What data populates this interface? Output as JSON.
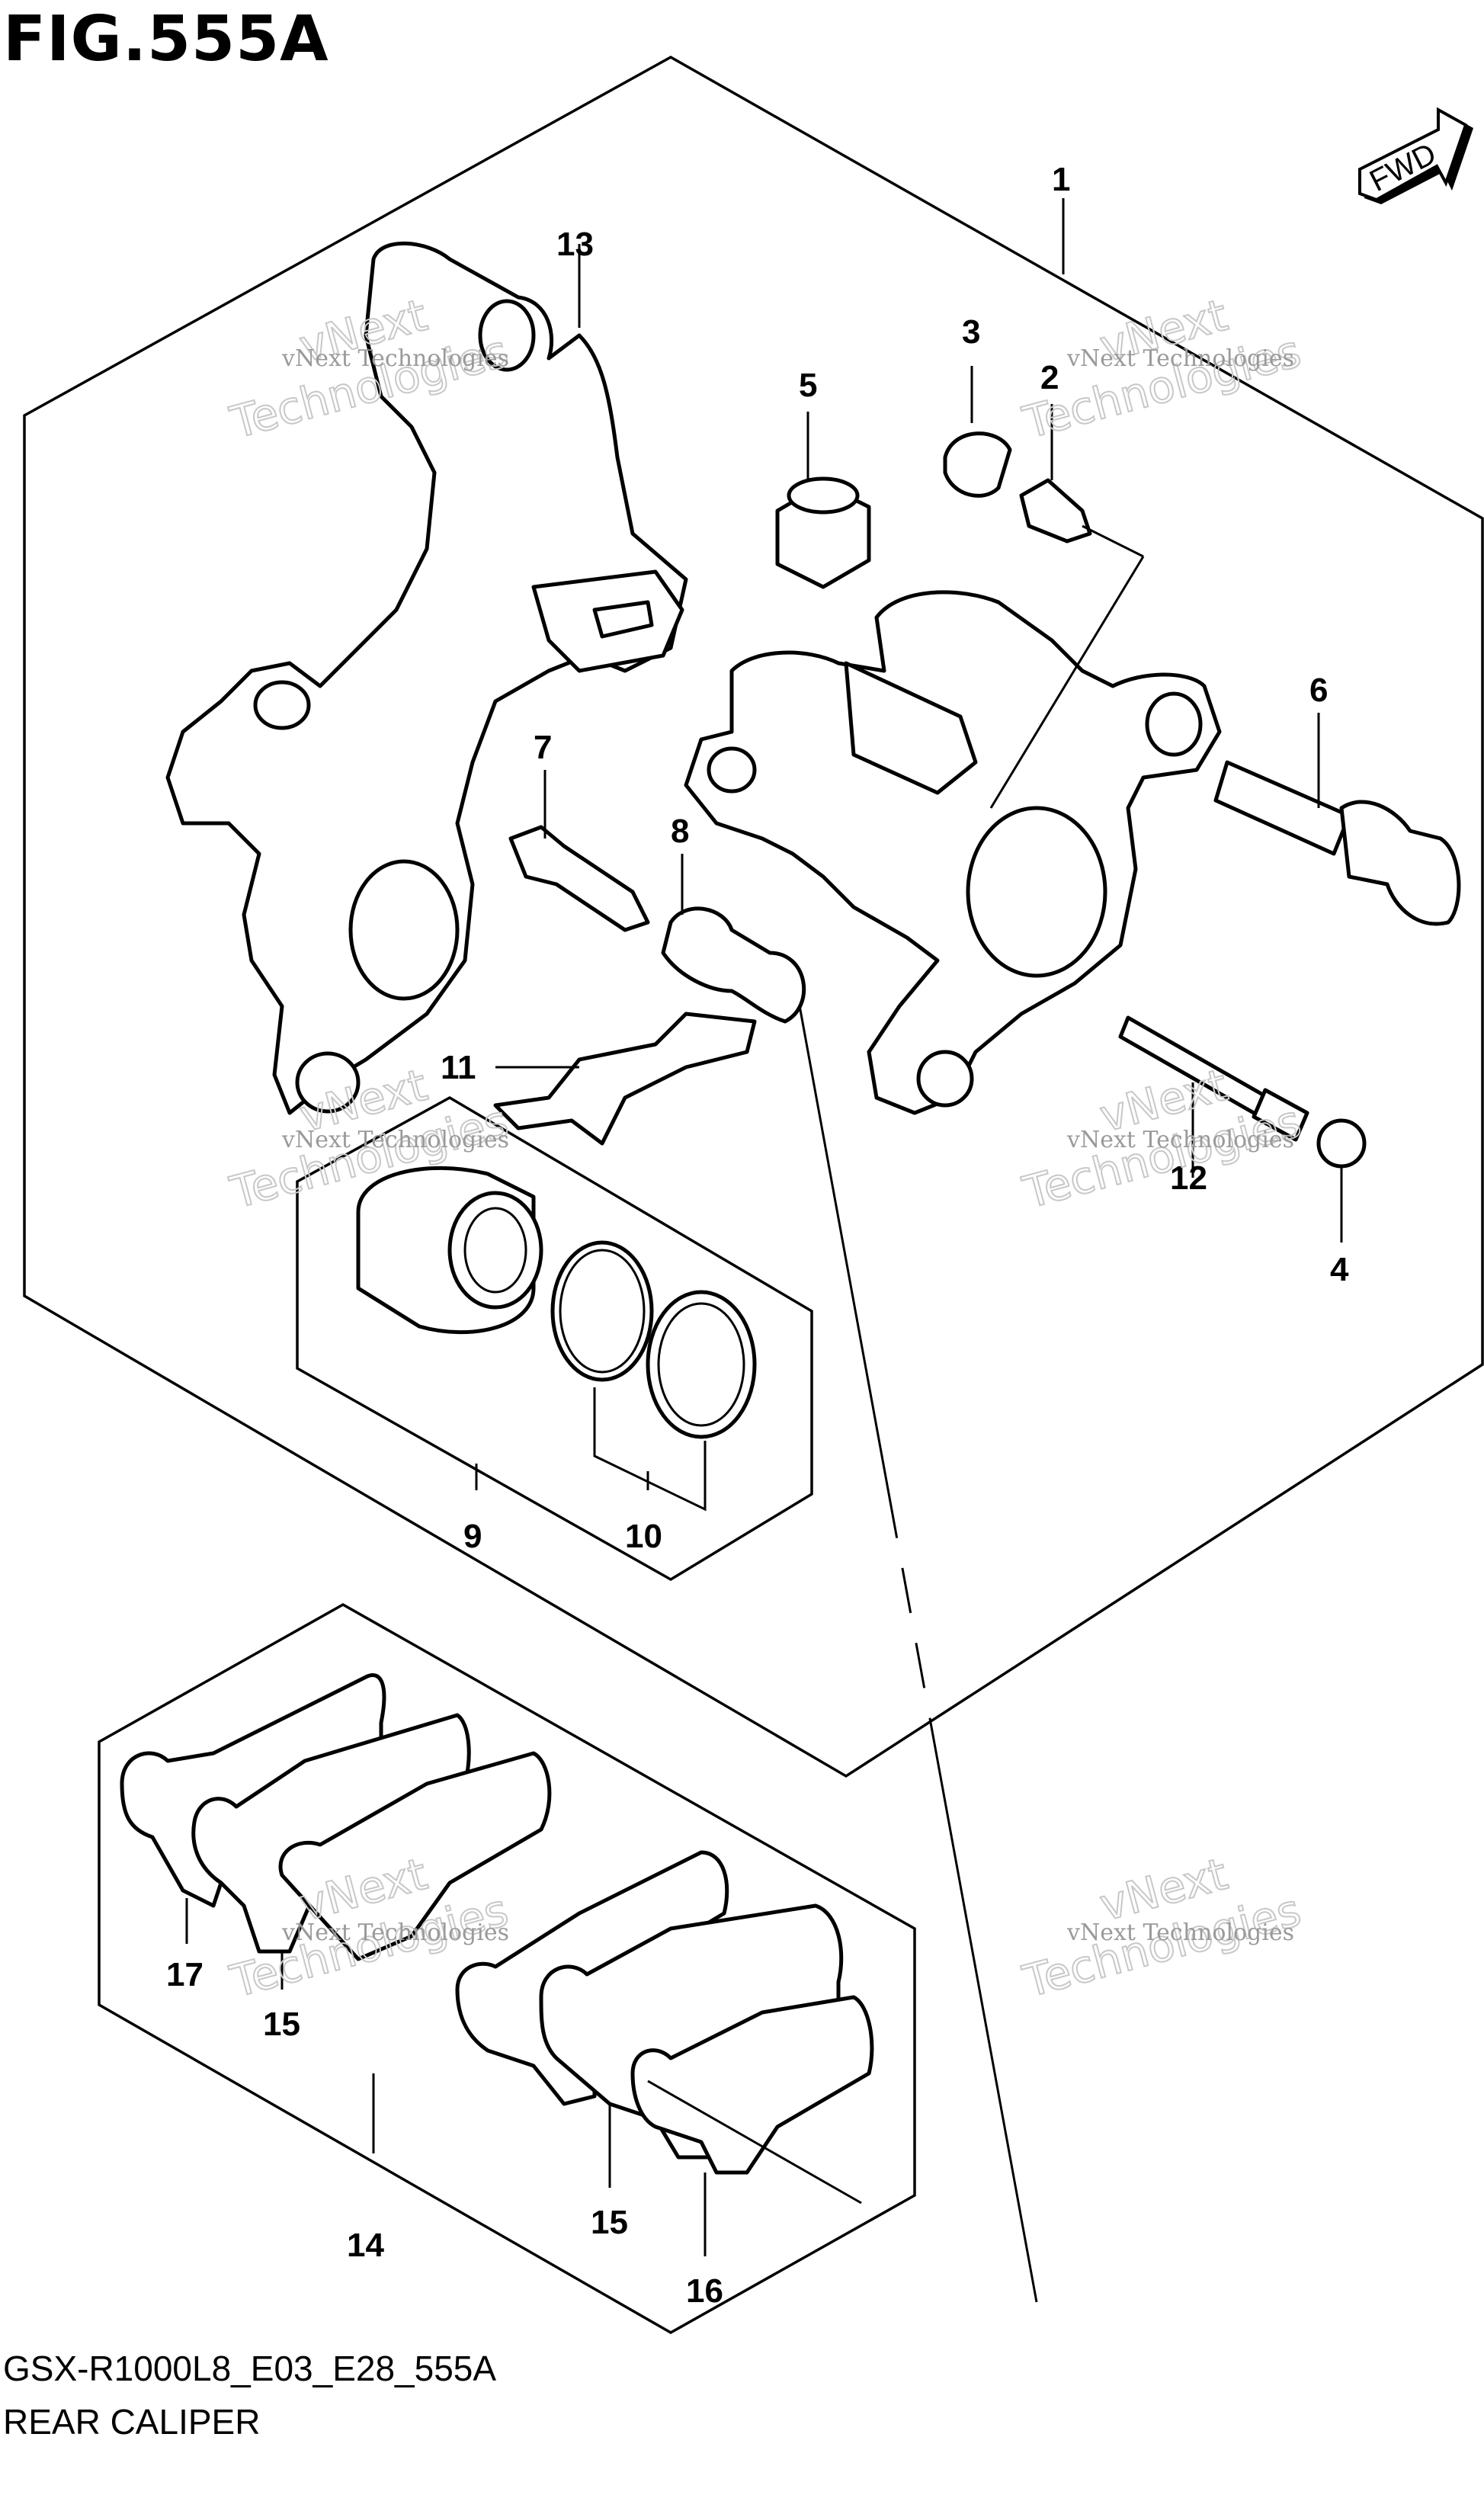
{
  "figure": {
    "title": "FIG.555A",
    "code": "GSX-R1000L8_E03_E28_555A",
    "name": "REAR CALIPER",
    "fwd_label": "FWD"
  },
  "watermark": {
    "line1": "vNext Technologies",
    "line2": "vNext",
    "line3": "Technologies"
  },
  "callouts": [
    {
      "id": "1",
      "label": "1"
    },
    {
      "id": "2",
      "label": "2"
    },
    {
      "id": "3",
      "label": "3"
    },
    {
      "id": "4",
      "label": "4"
    },
    {
      "id": "5",
      "label": "5"
    },
    {
      "id": "6",
      "label": "6"
    },
    {
      "id": "7",
      "label": "7"
    },
    {
      "id": "8",
      "label": "8"
    },
    {
      "id": "9",
      "label": "9"
    },
    {
      "id": "10",
      "label": "10"
    },
    {
      "id": "11",
      "label": "11"
    },
    {
      "id": "12",
      "label": "12"
    },
    {
      "id": "13",
      "label": "13"
    },
    {
      "id": "14",
      "label": "14"
    },
    {
      "id": "15a",
      "label": "15"
    },
    {
      "id": "15b",
      "label": "15"
    },
    {
      "id": "16",
      "label": "16"
    },
    {
      "id": "17",
      "label": "17"
    }
  ]
}
